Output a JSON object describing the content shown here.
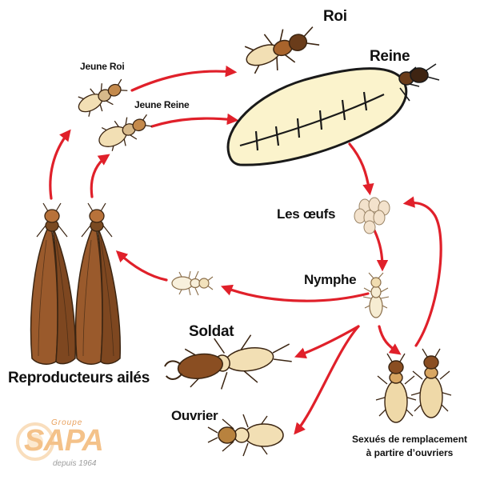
{
  "diagram": {
    "labels": {
      "roi": "Roi",
      "reine": "Reine",
      "jeune_roi": "Jeune Roi",
      "jeune_reine": "Jeune Reine",
      "oeufs": "Les œufs",
      "nymphe": "Nymphe",
      "soldat": "Soldat",
      "ouvrier": "Ouvrier",
      "reproducteurs": "Reproducteurs ailés",
      "sexues_line1": "Sexués de remplacement",
      "sexues_line2": "à partire d’ouvriers"
    },
    "colors": {
      "arrow": "#e0202a",
      "body_light": "#f2dfb4",
      "body_dark": "#7a4a22",
      "queen_abdomen": "#fbf3cc",
      "wing": "#9a5a2c"
    }
  },
  "logo": {
    "group": "Groupe",
    "brand": "SAPA",
    "since": "depuis 1964"
  }
}
